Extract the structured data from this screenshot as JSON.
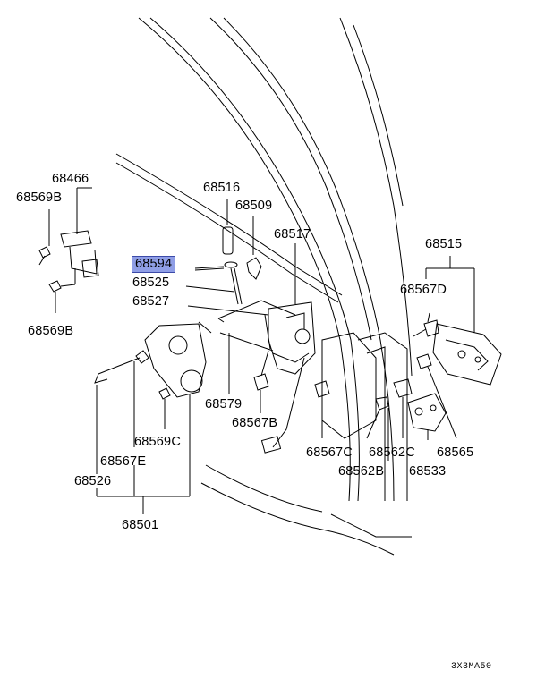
{
  "labels": {
    "p68466": "68466",
    "p68569B_top": "68569B",
    "p68569B_bottom": "68569B",
    "p68516": "68516",
    "p68509": "68509",
    "p68517": "68517",
    "p68515": "68515",
    "p68594": "68594",
    "p68525": "68525",
    "p68527": "68527",
    "p68567D": "68567D",
    "p68579": "68579",
    "p68567B": "68567B",
    "p68569C": "68569C",
    "p68567E": "68567E",
    "p68526": "68526",
    "p68501": "68501",
    "p68567C": "68567C",
    "p68562C": "68562C",
    "p68565": "68565",
    "p68562B": "68562B",
    "p68533": "68533"
  },
  "highlighted_part": "68594",
  "highlight_color": "#8f9ee6",
  "diagram_code": "3X3MA50"
}
